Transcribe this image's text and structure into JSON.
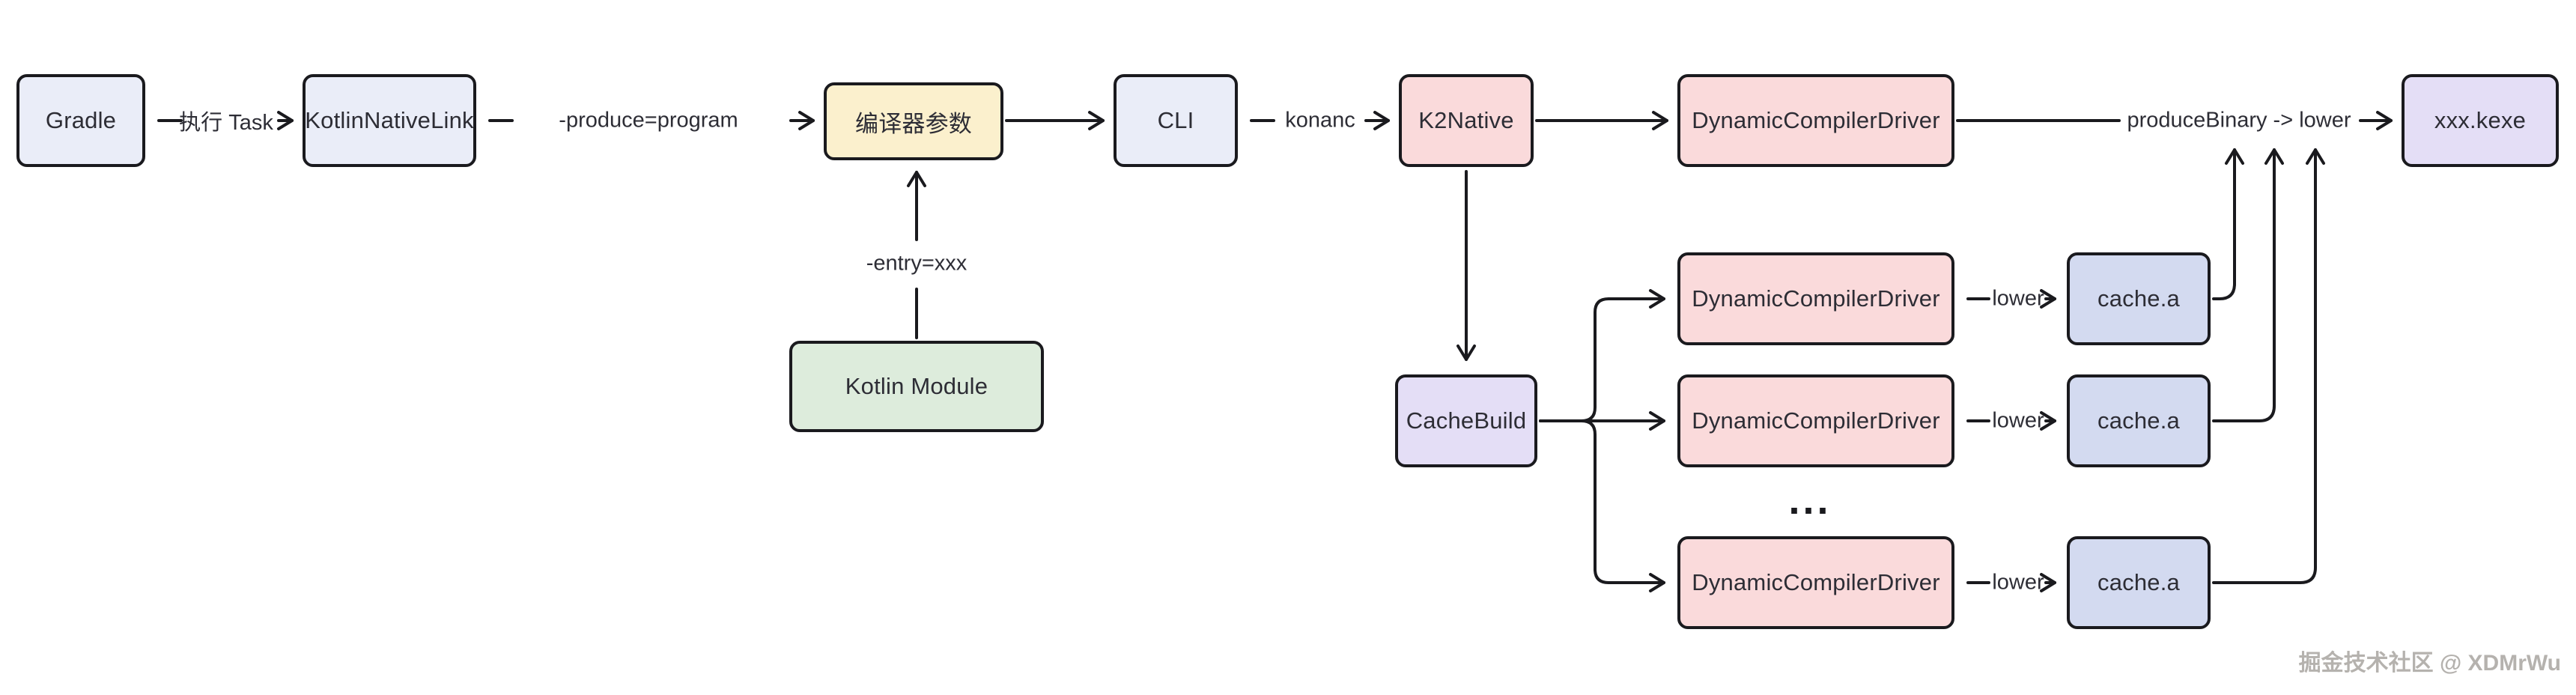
{
  "colors": {
    "stroke": "#1a1a1e",
    "node_text": "#2d2d35",
    "blue": "#eaedf8",
    "yellow": "#fbf0cd",
    "pink": "#fadadb",
    "purple": "#e4def6",
    "green": "#ddecdc",
    "periwinkle": "#d3daf0",
    "watermark_grey": "#b5b2ae"
  },
  "nodes": {
    "gradle": {
      "label": "Gradle"
    },
    "kotlin_native_link": {
      "label": "KotlinNativeLink"
    },
    "compiler_params": {
      "label": "编译器参数"
    },
    "cli": {
      "label": "CLI"
    },
    "k2native": {
      "label": "K2Native"
    },
    "dcd_top": {
      "label": "DynamicCompilerDriver"
    },
    "xxx_kexe": {
      "label": "xxx.kexe"
    },
    "kotlin_module": {
      "label": "Kotlin Module"
    },
    "cache_build": {
      "label": "CacheBuild"
    },
    "dcd_row1": {
      "label": "DynamicCompilerDriver"
    },
    "dcd_row2": {
      "label": "DynamicCompilerDriver"
    },
    "dcd_row3": {
      "label": "DynamicCompilerDriver"
    },
    "cache_a1": {
      "label": "cache.a"
    },
    "cache_a2": {
      "label": "cache.a"
    },
    "cache_a3": {
      "label": "cache.a"
    }
  },
  "edge_labels": {
    "exec_task": "执行 Task",
    "produce_program": "-produce=program",
    "konanc": "konanc",
    "produce_binary_lower": "produceBinary -> lower",
    "entry_xxx": "-entry=xxx",
    "lower": "lower",
    "ellipsis": "..."
  },
  "watermark": "掘金技术社区 @ XDMrWu"
}
